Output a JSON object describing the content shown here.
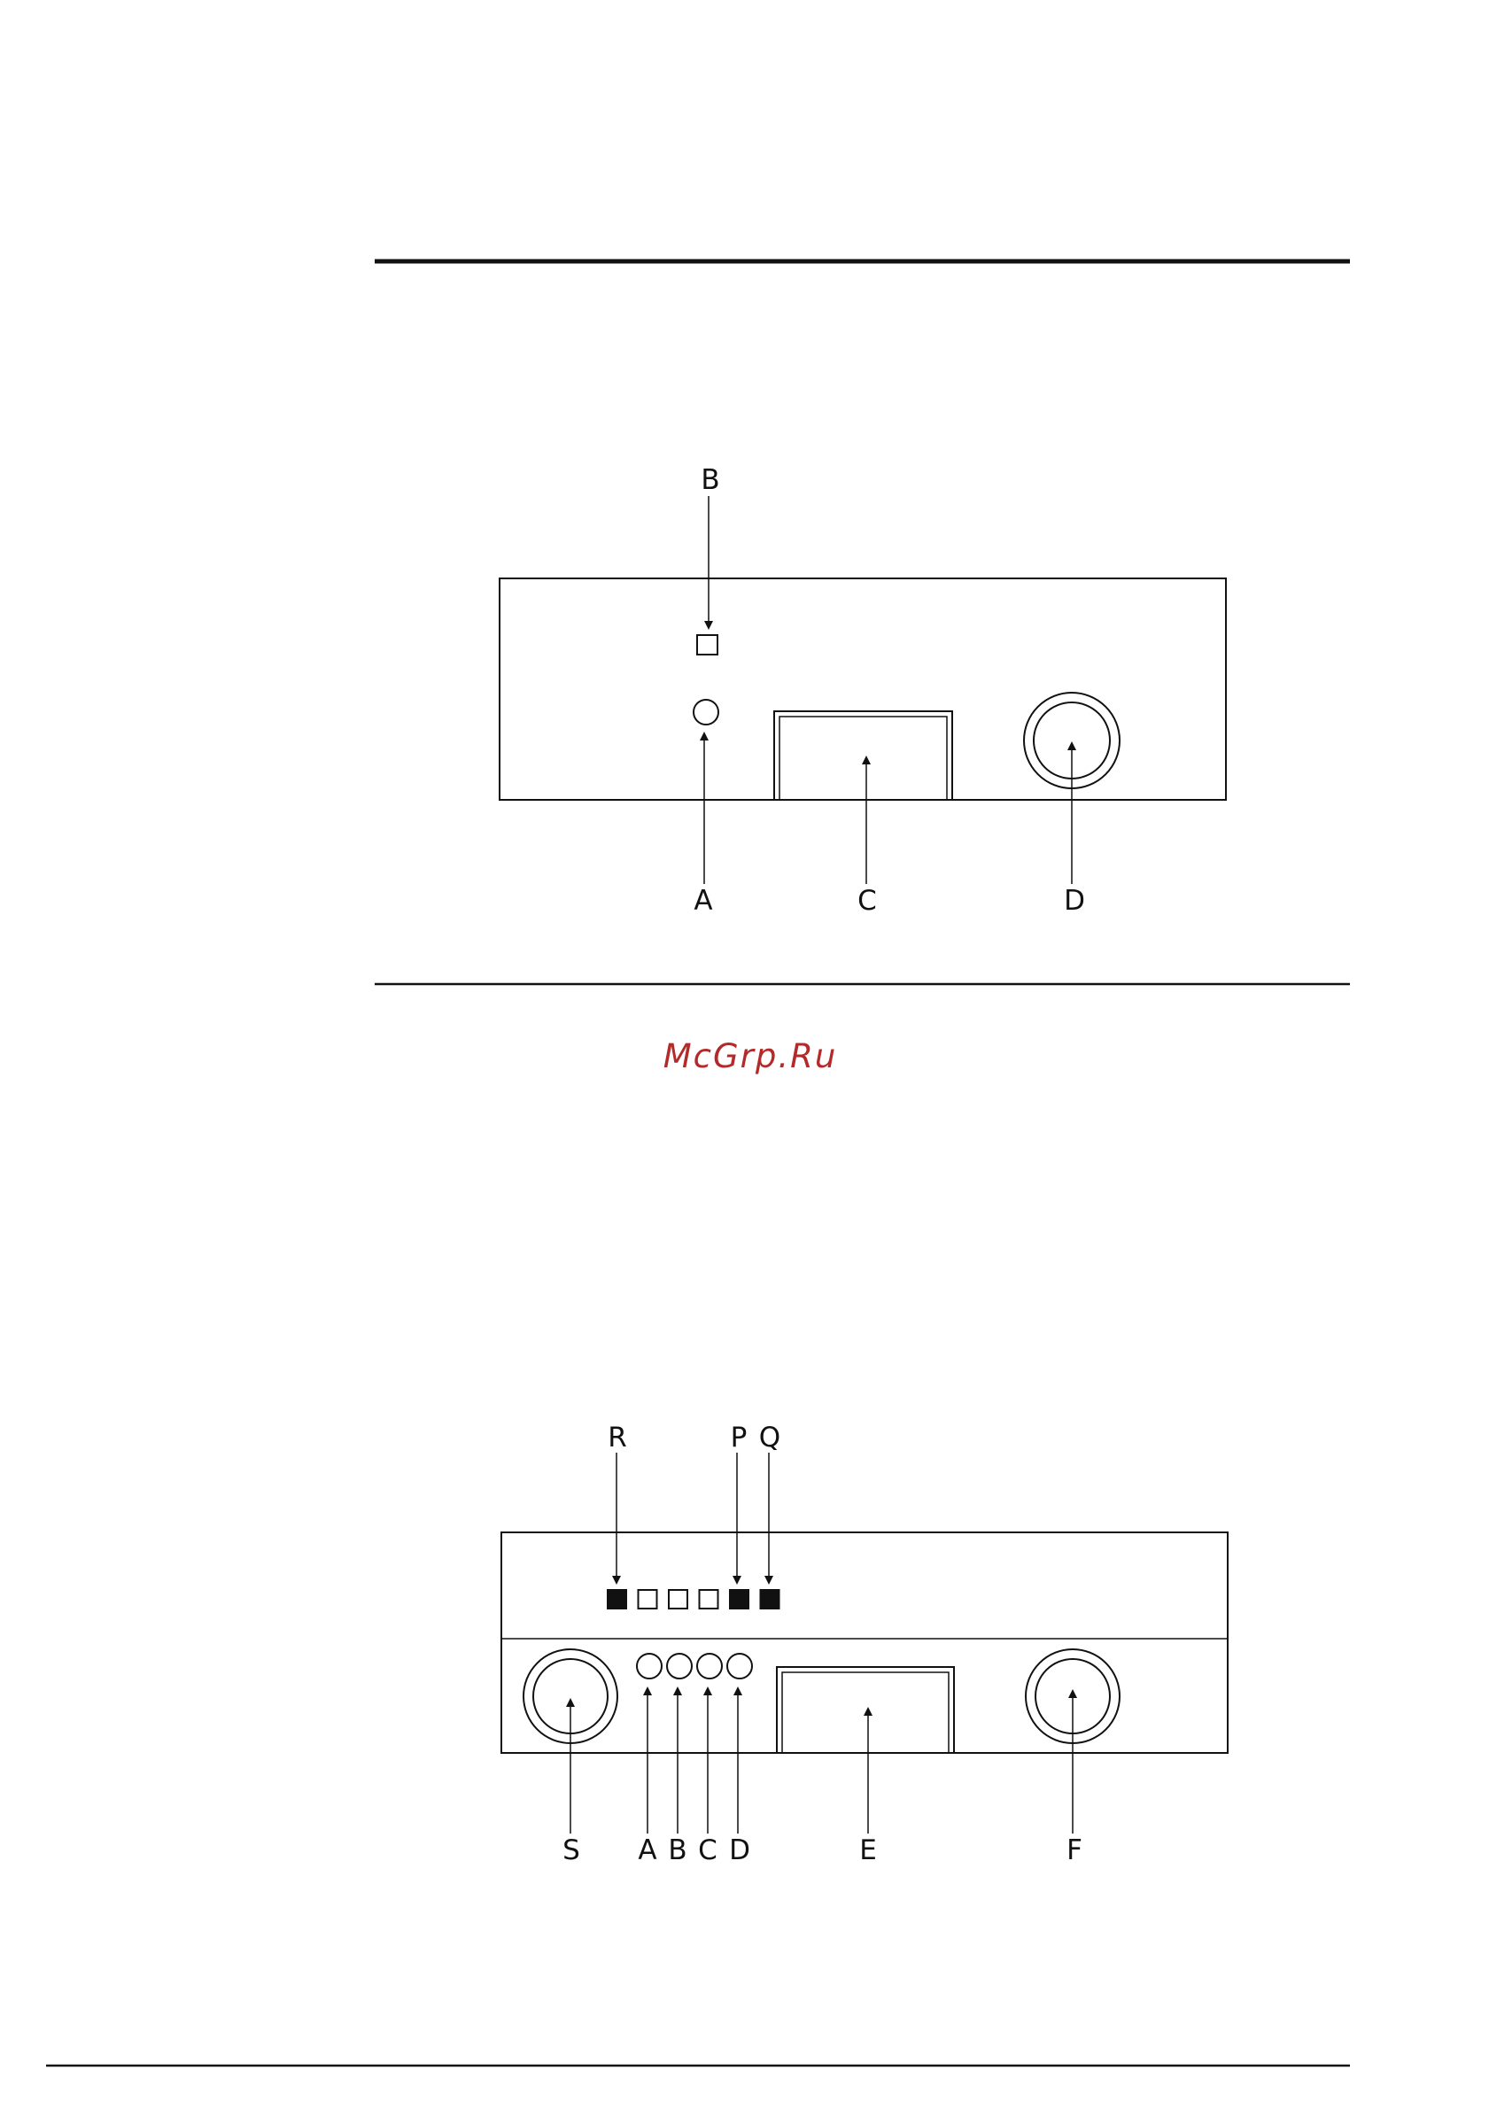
{
  "colors": {
    "ink": "#111111",
    "watermark": "#b32a2a",
    "background": "#ffffff"
  },
  "watermark": "McGrp.Ru",
  "figure1": {
    "labels": {
      "b": "B",
      "a": "A",
      "c": "C",
      "d": "D"
    }
  },
  "figure2": {
    "labels": {
      "r": "R",
      "p": "P",
      "q": "Q",
      "s": "S",
      "a": "A",
      "b": "B",
      "c": "C",
      "d": "D",
      "e": "E",
      "f": "F"
    },
    "indicator_states": [
      "filled",
      "empty",
      "empty",
      "empty",
      "filled",
      "filled"
    ]
  }
}
